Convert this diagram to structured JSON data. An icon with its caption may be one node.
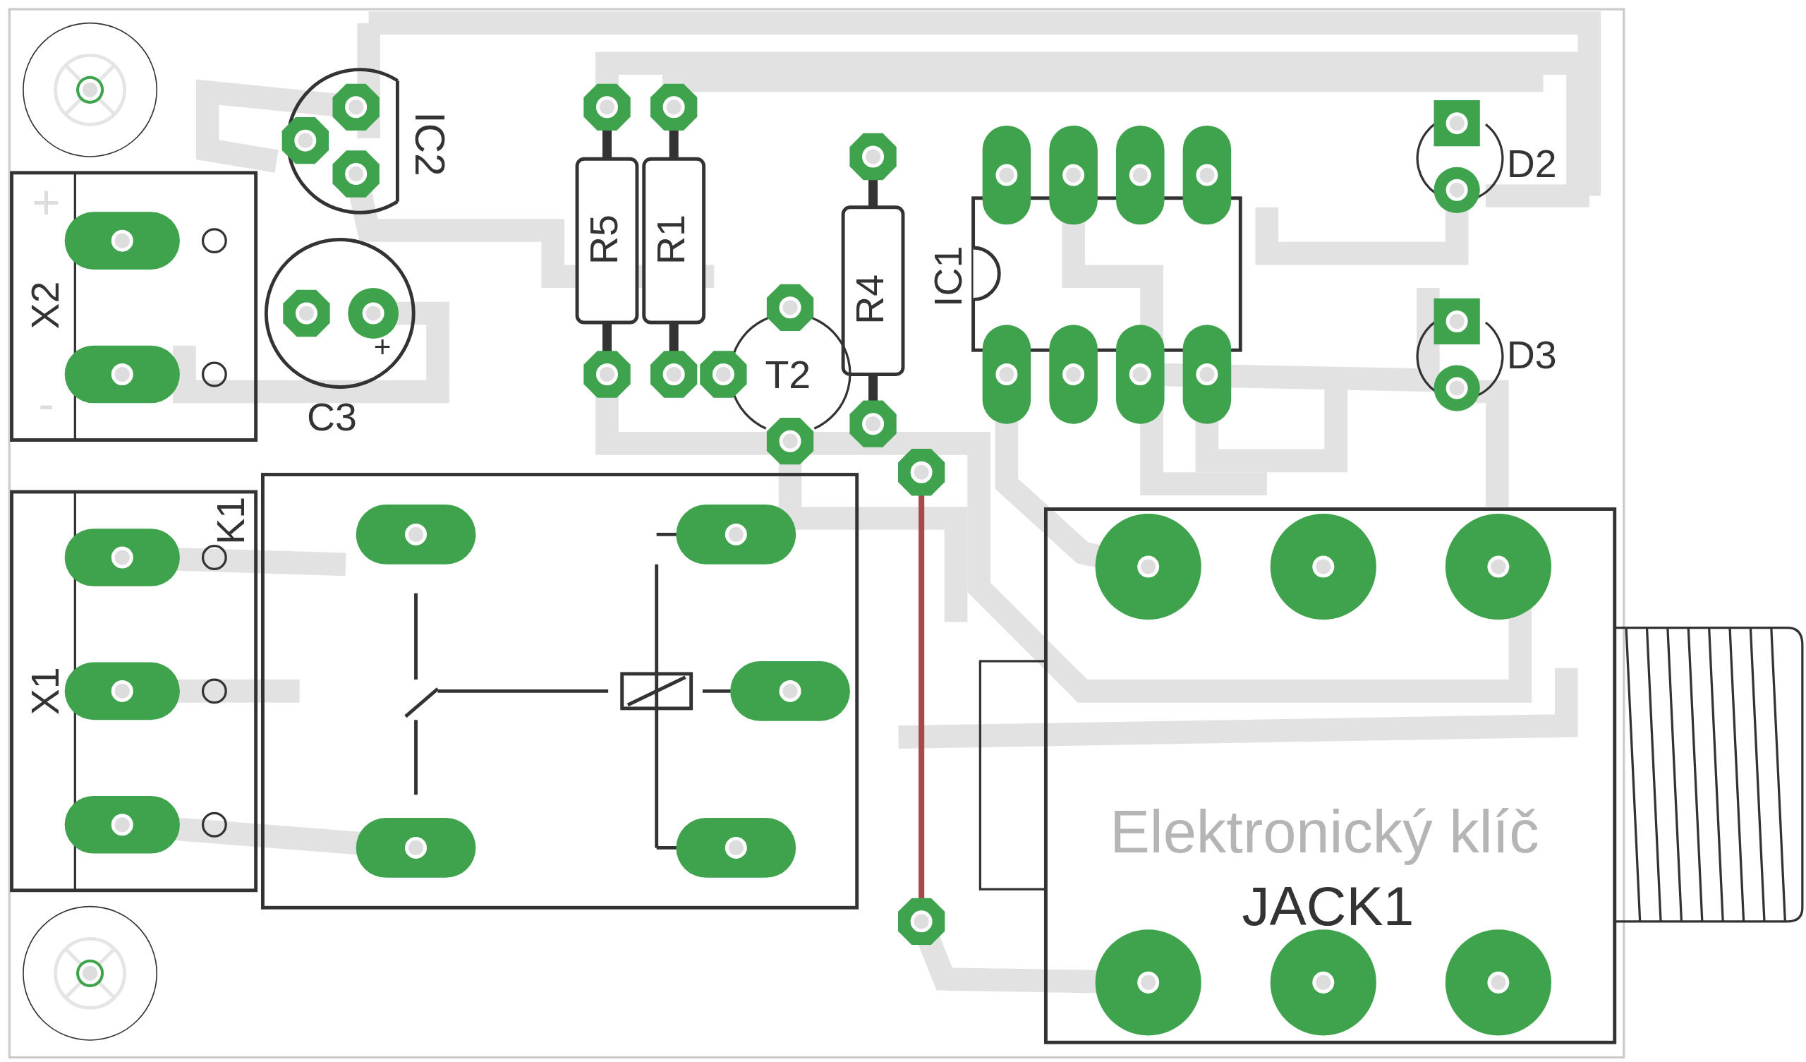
{
  "diagram": {
    "labels": [
      "IC2",
      "R5",
      "R1",
      "IC1",
      "D2",
      "+",
      "X2",
      "R4",
      "+",
      "T2",
      "D3",
      "-",
      "C3",
      "K1",
      "X1",
      "Elektronický klíč",
      "JACK1"
    ]
  }
}
